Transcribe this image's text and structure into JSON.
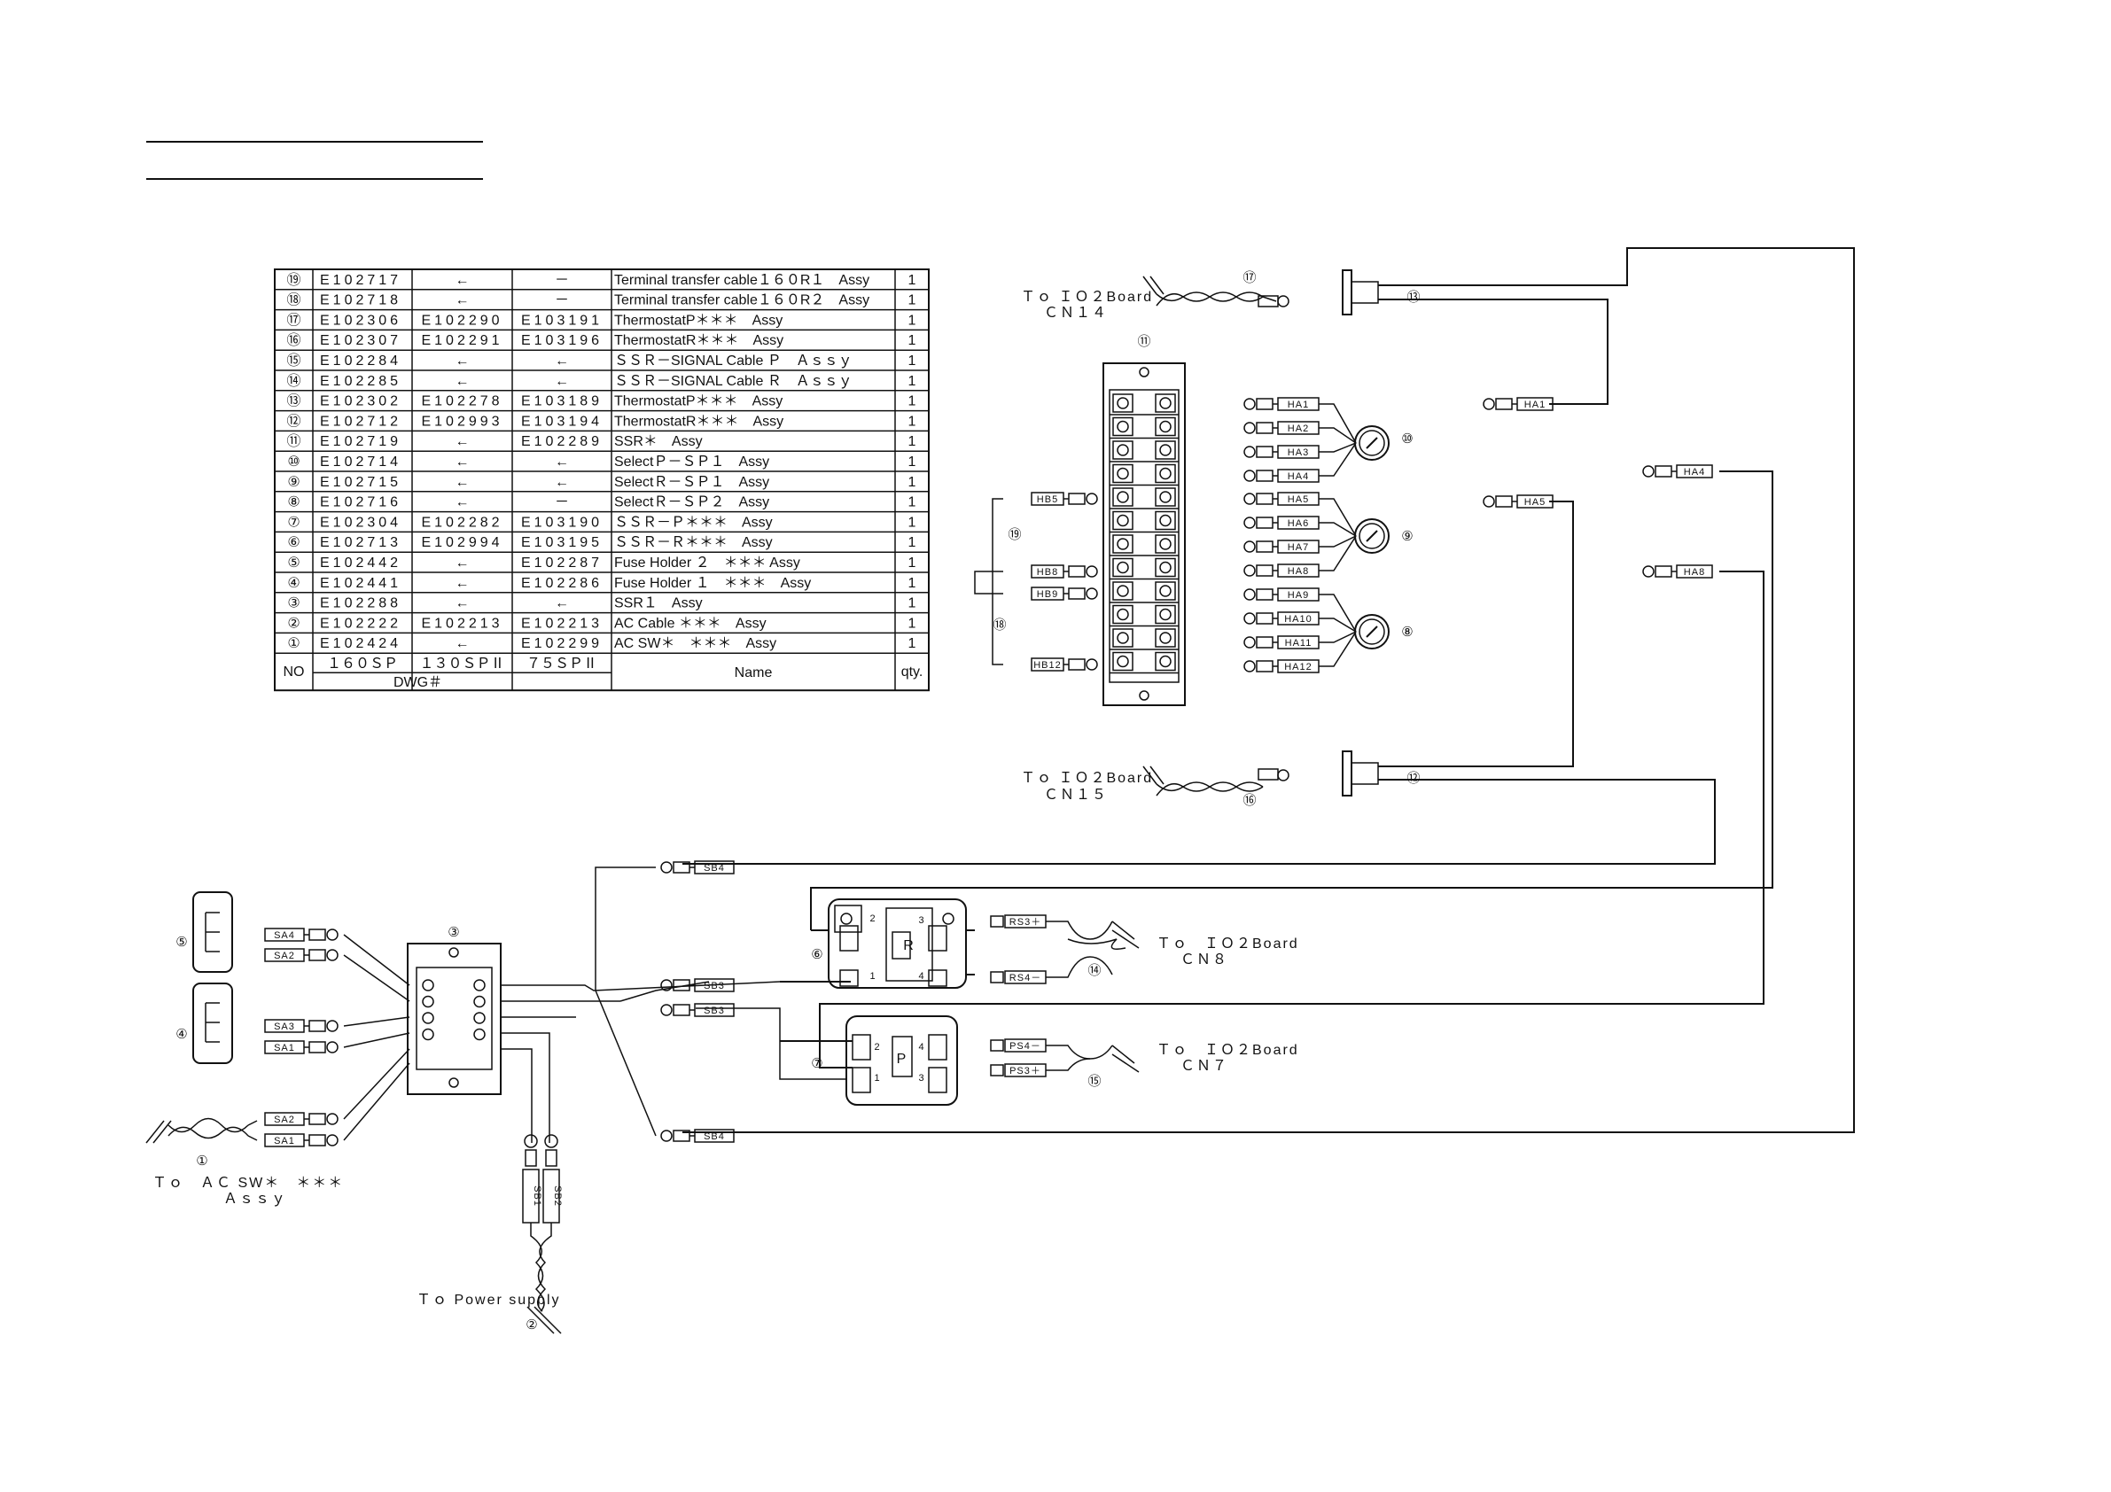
{
  "parts_table": {
    "rows": [
      {
        "no": "⑲",
        "d160": "E102717",
        "d130": "←",
        "d75": "－",
        "name": "Terminal transfer cable１６０R１　Assy",
        "qty": "1"
      },
      {
        "no": "⑱",
        "d160": "E102718",
        "d130": "←",
        "d75": "－",
        "name": "Terminal transfer cable１６０R２　Assy",
        "qty": "1"
      },
      {
        "no": "⑰",
        "d160": "E102306",
        "d130": "E102290",
        "d75": "E103191",
        "name": "ThermostatP＊＊＊　Assy",
        "qty": "1"
      },
      {
        "no": "⑯",
        "d160": "E102307",
        "d130": "E102291",
        "d75": "E103196",
        "name": "ThermostatR＊＊＊　Assy",
        "qty": "1"
      },
      {
        "no": "⑮",
        "d160": "E102284",
        "d130": "←",
        "d75": "←",
        "name": "ＳＳＲ－SIGNAL Cable Ｐ　Ａｓｓｙ",
        "qty": "1"
      },
      {
        "no": "⑭",
        "d160": "E102285",
        "d130": "←",
        "d75": "←",
        "name": "ＳＳＲ－SIGNAL Cable Ｒ　Ａｓｓｙ",
        "qty": "1"
      },
      {
        "no": "⑬",
        "d160": "E102302",
        "d130": "E102278",
        "d75": "E103189",
        "name": "ThermostatP＊＊＊　Assy",
        "qty": "1"
      },
      {
        "no": "⑫",
        "d160": "E102712",
        "d130": "E102993",
        "d75": "E103194",
        "name": "ThermostatR＊＊＊　Assy",
        "qty": "1"
      },
      {
        "no": "⑪",
        "d160": "E102719",
        "d130": "←",
        "d75": "E102289",
        "name": "SSR＊　Assy",
        "qty": "1"
      },
      {
        "no": "⑩",
        "d160": "E102714",
        "d130": "←",
        "d75": "←",
        "name": "SelectＰ－ＳＰ１　Assy",
        "qty": "1"
      },
      {
        "no": "⑨",
        "d160": "E102715",
        "d130": "←",
        "d75": "←",
        "name": "SelectＲ－ＳＰ１　Assy",
        "qty": "1"
      },
      {
        "no": "⑧",
        "d160": "E102716",
        "d130": "←",
        "d75": "－",
        "name": "SelectＲ－ＳＰ２　Assy",
        "qty": "1"
      },
      {
        "no": "⑦",
        "d160": "E102304",
        "d130": "E102282",
        "d75": "E103190",
        "name": "ＳＳＲ－Ｐ＊＊＊　Assy",
        "qty": "1"
      },
      {
        "no": "⑥",
        "d160": "E102713",
        "d130": "E102994",
        "d75": "E103195",
        "name": "ＳＳＲ－Ｒ＊＊＊　Assy",
        "qty": "1"
      },
      {
        "no": "⑤",
        "d160": "E102442",
        "d130": "←",
        "d75": "E102287",
        "name": "Fuse Holder ２　＊＊＊ Assy",
        "qty": "1"
      },
      {
        "no": "④",
        "d160": "E102441",
        "d130": "←",
        "d75": "E102286",
        "name": "Fuse Holder １　＊＊＊　Assy",
        "qty": "1"
      },
      {
        "no": "③",
        "d160": "E102288",
        "d130": "←",
        "d75": "←",
        "name": "SSR１　Assy",
        "qty": "1"
      },
      {
        "no": "②",
        "d160": "E102222",
        "d130": "E102213",
        "d75": "E102213",
        "name": "AC Cable ＊＊＊　Assy",
        "qty": "1"
      },
      {
        "no": "①",
        "d160": "E102424",
        "d130": "←",
        "d75": "E102299",
        "name": "AC SW＊　＊＊＊　Assy",
        "qty": "1"
      }
    ],
    "header": {
      "no": "NO",
      "c160": "１６０ＳＰ",
      "c130": "１３０ＳＰⅡ",
      "c75": "７５ＳＰⅡ",
      "dwg": "DWG＃",
      "name": "Name",
      "qty": "qty."
    }
  },
  "callouts": {
    "c1": "①",
    "c2": "②",
    "c3": "③",
    "c4": "④",
    "c5": "⑤",
    "c6": "⑥",
    "c7": "⑦",
    "c8": "⑧",
    "c9": "⑨",
    "c10": "⑩",
    "c11": "⑪",
    "c12": "⑫",
    "c13": "⑬",
    "c14": "⑭",
    "c15": "⑮",
    "c16": "⑯",
    "c17": "⑰",
    "c18": "⑱",
    "c19": "⑲"
  },
  "notes": {
    "to_io2_cn14_a": "Ｔｏ ＩＯ２Board",
    "to_io2_cn14_b": "ＣＮ１４",
    "to_io2_cn15_a": "Ｔｏ ＩＯ２Board",
    "to_io2_cn15_b": "ＣＮ１５",
    "to_io2_cn8_a": "Ｔｏ　ＩＯ２Board",
    "to_io2_cn8_b": "ＣＮ８",
    "to_io2_cn7_a": "Ｔｏ　ＩＯ２Board",
    "to_io2_cn7_b": "ＣＮ７",
    "to_acsw_a": "Ｔｏ　ＡＣ SW＊　＊＊＊",
    "to_acsw_b": "Ａｓｓｙ",
    "to_power": "Ｔｏ Power supply"
  },
  "wire_labels": {
    "ha1": "HA1",
    "ha2": "HA2",
    "ha3": "HA3",
    "ha4": "HA4",
    "ha5": "HA5",
    "ha6": "HA6",
    "ha7": "HA7",
    "ha8": "HA8",
    "ha9": "HA9",
    "ha10": "HA10",
    "ha11": "HA11",
    "ha12": "HA12",
    "ha1r": "HA1",
    "ha5r": "HA5",
    "ha4r": "HA4",
    "ha8r": "HA8",
    "hb5": "HB5",
    "hb8": "HB8",
    "hb9": "HB9",
    "hb12": "HB12",
    "sb4a": "SB4",
    "sb3a": "SB3",
    "sb3b": "SB3",
    "sb4b": "SB4",
    "sa4": "SA4",
    "sa2a": "SA2",
    "sa3": "SA3",
    "sa1a": "SA1",
    "sa2b": "SA2",
    "sa1b": "SA1",
    "sb1": "SB1",
    "sb2": "SB2",
    "rs3": "RS3＋",
    "rs4": "RS4－",
    "ps4": "PS4－",
    "ps3": "PS3＋"
  },
  "ssr_marks": {
    "r": "R",
    "p": "P",
    "t1": "1",
    "t2": "2",
    "t3": "3",
    "t4": "4"
  }
}
